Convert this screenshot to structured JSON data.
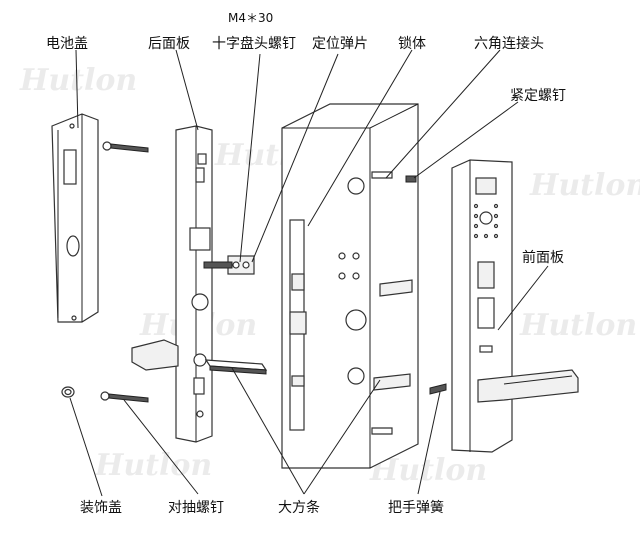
{
  "watermark": "Hutlon",
  "labels": {
    "battery_cover": "电池盖",
    "rear_panel": "后面板",
    "screw_spec": "M4＊30",
    "cross_screw": "十字盘头螺钉",
    "positioning_plate": "定位弹片",
    "lock_body": "锁体",
    "hex_connector": "六角连接头",
    "set_screw": "紧定螺钉",
    "front_panel": "前面板",
    "decorative_cap": "装饰盖",
    "through_screw": "对抽螺钉",
    "square_bar": "大方条",
    "handle_spring": "把手弹簧"
  }
}
